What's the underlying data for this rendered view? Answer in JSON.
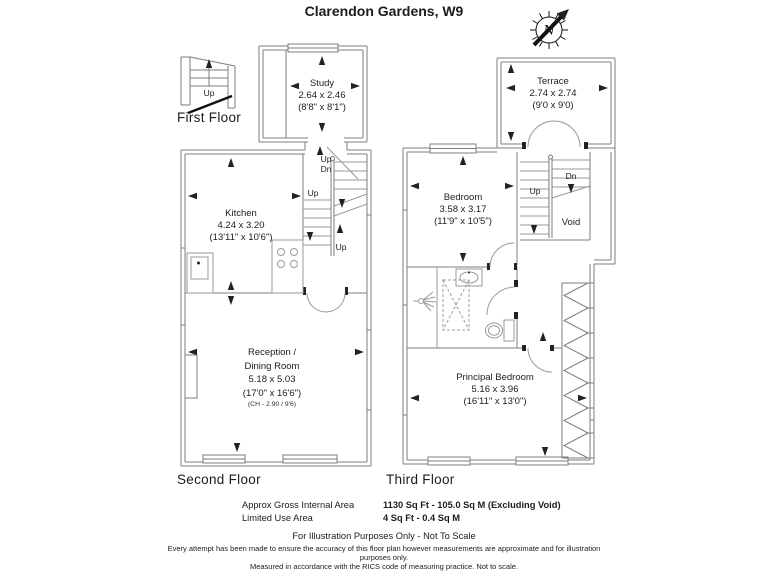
{
  "title": "Clarendon Gardens, W9",
  "compass": {
    "letter": "N"
  },
  "floors": {
    "first": {
      "label": "First Floor"
    },
    "second": {
      "label": "Second Floor"
    },
    "third": {
      "label": "Third Floor"
    }
  },
  "rooms": {
    "study": {
      "name": "Study",
      "metric": "2.64 x 2.46",
      "imperial": "(8'8\" x 8'1\")"
    },
    "kitchen": {
      "name": "Kitchen",
      "metric": "4.24 x 3.20",
      "imperial": "(13'11\" x 10'6\")"
    },
    "reception": {
      "name_line1": "Reception /",
      "name_line2": "Dining Room",
      "metric": "5.18 x 5.03",
      "imperial": "(17'0\" x 16'6\")",
      "ceiling": "(CH - 2.90 / 9'6)"
    },
    "terrace": {
      "name": "Terrace",
      "metric": "2.74 x 2.74",
      "imperial": "(9'0 x 9'0)"
    },
    "bedroom": {
      "name": "Bedroom",
      "metric": "3.58 x 3.17",
      "imperial": "(11'9\" x 10'5\")"
    },
    "principal_bedroom": {
      "name": "Principal Bedroom",
      "metric": "5.16 x 3.96",
      "imperial": "(16'11\" x 13'0\")"
    }
  },
  "stairs": {
    "first_up": "Up",
    "second_entry_up": "Up",
    "second_dn": "Dn",
    "second_up_left": "Up",
    "second_up_bottom": "Up",
    "third_up": "Up",
    "third_dn": "Dn",
    "third_void": "Void"
  },
  "area_summary": {
    "gross_label": "Approx Gross Internal Area",
    "gross_value": "1130 Sq Ft - 105.0 Sq M (Excluding Void)",
    "limited_label": "Limited Use Area",
    "limited_value": "4 Sq Ft - 0.4 Sq M"
  },
  "footer": {
    "illustration_note": "For Illustration Purposes Only - Not To Scale",
    "disclaimer_1": "Every attempt has been made to ensure the accuracy of this floor plan however measurements are approximate and for illustration purposes only.",
    "disclaimer_2": "Measured in accordance with the RICS code of measuring practice. Not to scale."
  },
  "colors": {
    "wall_line": "#7d7d7d",
    "accent_dark": "#111111",
    "text": "#1c1c1c"
  }
}
